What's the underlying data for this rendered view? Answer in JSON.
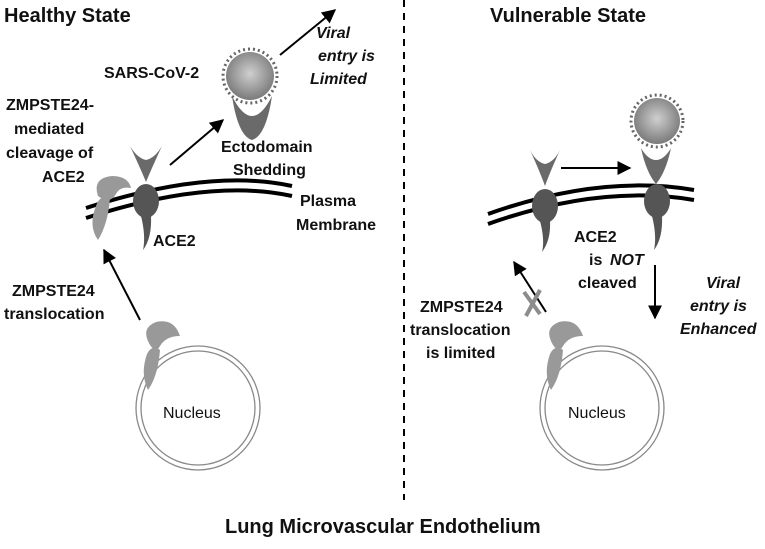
{
  "footer_title": "Lung Microvascular Endothelium",
  "healthy": {
    "title": "Healthy State",
    "virus_label": "SARS-CoV-2",
    "viral_entry": [
      "Viral",
      "entry is",
      "Limited"
    ],
    "cleavage_label": [
      "ZMPSTE24-",
      "mediated",
      "cleavage of",
      "ACE2"
    ],
    "shedding_label": [
      "Ectodomain",
      "Shedding"
    ],
    "membrane_label": [
      "Plasma",
      "Membrane"
    ],
    "ace2_label": "ACE2",
    "translocation_label": [
      "ZMPSTE24",
      "translocation"
    ],
    "nucleus_label": "Nucleus"
  },
  "vulnerable": {
    "title": "Vulnerable State",
    "ace2_status": [
      "ACE2",
      "is",
      "NOT",
      "cleaved"
    ],
    "viral_entry": [
      "Viral",
      "entry is",
      "Enhanced"
    ],
    "translocation_label": [
      "ZMPSTE24",
      "translocation",
      "is limited"
    ],
    "nucleus_label": "Nucleus"
  },
  "colors": {
    "protein_dark": "#555555",
    "protein_light": "#8c8c8c",
    "enzyme": "#9a9a9a",
    "line": "#000000"
  }
}
